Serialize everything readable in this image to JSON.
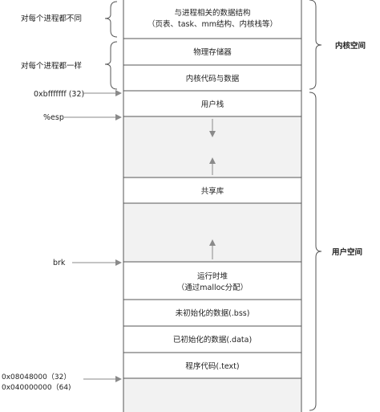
{
  "title": "",
  "segments": {
    "kernel_per_process": [
      "与进程相关的数据结构",
      "（页表、task、mm结构、内核栈等）"
    ],
    "physical_memory": "物理存储器",
    "kernel_code_data": "内核代码与数据",
    "user_stack": "用户栈",
    "shared_libs": "共享库",
    "heap": [
      "运行时堆",
      "（通过malloc分配）"
    ],
    "bss": "未初始化的数据(.bss)",
    "data": "已初始化的数据(.data)",
    "text": "程序代码(.text)"
  },
  "left_labels": {
    "differs_per_process": "对每个进程都不同",
    "same_per_process": "对每个进程都一样",
    "stack_top_address": "0xbfffffff (32)",
    "esp": "%esp",
    "brk": "brk",
    "text_start_32": "0x08048000（32）",
    "text_start_64": "0x040000000（64)"
  },
  "right_labels": {
    "kernel_space": "内核空间",
    "user_space": "用户空间"
  },
  "colors": {
    "border": "#555555",
    "shaded_region": "#f2f2f2",
    "arrow": "#8a8a8a"
  }
}
